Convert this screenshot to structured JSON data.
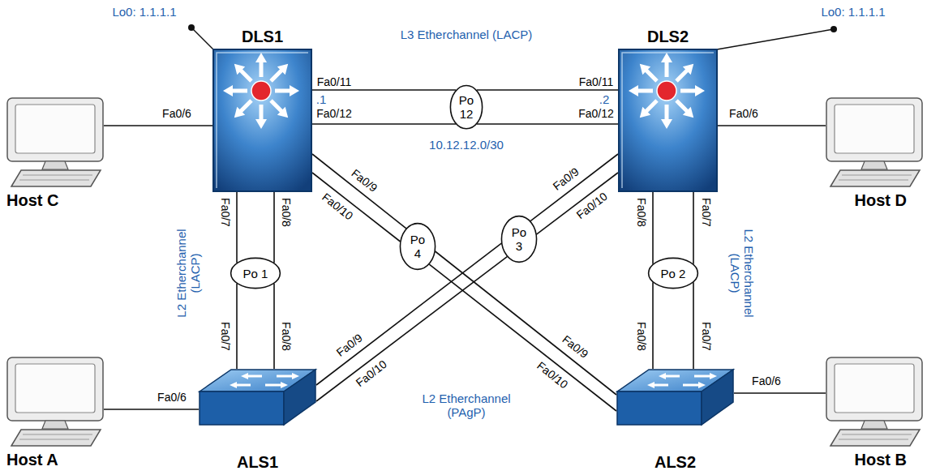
{
  "diagram": {
    "nodes": [
      {
        "text": [
          "DLS1"
        ]
      },
      {
        "text": [
          "Po 12"
        ]
      },
      {
        "text": [
          "DLS2"
        ]
      },
      {
        "text": [
          "Host C"
        ]
      },
      {
        "text": [
          "Host D"
        ]
      },
      {
        "text": [
          "Po 1"
        ]
      },
      {
        "text": [
          "Po 4"
        ]
      },
      {
        "text": [
          "Po 3"
        ]
      },
      {
        "text": [
          "Po 2"
        ]
      },
      {
        "text": [
          "ALS1"
        ]
      },
      {
        "text": [
          "ALS2"
        ]
      },
      {
        "text": [
          "Host A"
        ]
      },
      {
        "text": [
          "Host B"
        ]
      }
    ],
    "edges": [
      {
        "from": 3,
        "to": 0,
        "arrow": "none",
        "label": "Fa0/6"
      },
      {
        "from": 2,
        "to": 4,
        "arrow": "none",
        "label": "Fa0/6"
      },
      {
        "from": 11,
        "to": 9,
        "arrow": "none",
        "label": "Fa0/6"
      },
      {
        "from": 10,
        "to": 12,
        "arrow": "none",
        "label": "Fa0/6"
      },
      {
        "from": 0,
        "to": 1,
        "arrow": "none",
        "label": "Fa0/11"
      },
      {
        "from": 1,
        "to": 2,
        "arrow": "none",
        "label": "Fa0/11"
      },
      {
        "from": 0,
        "to": 1,
        "arrow": "none",
        "label": "Fa0/12"
      },
      {
        "from": 1,
        "to": 2,
        "arrow": "none",
        "label": "Fa0/12"
      },
      {
        "from": 0,
        "to": 5,
        "arrow": "none",
        "label": "Fa0/7"
      },
      {
        "from": 5,
        "to": 9,
        "arrow": "none",
        "label": "Fa0/7"
      },
      {
        "from": 0,
        "to": 5,
        "arrow": "none",
        "label": "Fa0/8"
      },
      {
        "from": 5,
        "to": 9,
        "arrow": "none",
        "label": "Fa0/8"
      },
      {
        "from": 0,
        "to": 6,
        "arrow": "none",
        "label": "Fa0/9"
      },
      {
        "from": 6,
        "to": 10,
        "arrow": "none",
        "label": "Fa0/9"
      },
      {
        "from": 0,
        "to": 6,
        "arrow": "none",
        "label": "Fa0/10"
      },
      {
        "from": 6,
        "to": 10,
        "arrow": "none",
        "label": "Fa0/10"
      },
      {
        "from": 2,
        "to": 7,
        "arrow": "none",
        "label": "Fa0/9"
      },
      {
        "from": 7,
        "to": 9,
        "arrow": "none",
        "label": "Fa0/9"
      },
      {
        "from": 2,
        "to": 7,
        "arrow": "none",
        "label": "Fa0/10"
      },
      {
        "from": 7,
        "to": 9,
        "arrow": "none",
        "label": "Fa0/10"
      },
      {
        "from": 2,
        "to": 8,
        "arrow": "none",
        "label": "Fa0/8"
      },
      {
        "from": 8,
        "to": 10,
        "arrow": "none",
        "label": "Fa0/8"
      },
      {
        "from": 2,
        "to": 8,
        "arrow": "none",
        "label": "Fa0/7"
      },
      {
        "from": 8,
        "to": 10,
        "arrow": "none",
        "label": "Fa0/7"
      }
    ],
    "labels": [
      "Lo0: 1.1.1.1",
      "Lo0: 1.1.1.1",
      "L3 Etherchannel (LACP)",
      ".1",
      ".2",
      "10.12.12.0/30",
      "L2 Etherchannel (LACP)",
      "L2 Etherchannel (LACP)",
      "L2 Etherchannel (PAgP)"
    ]
  }
}
